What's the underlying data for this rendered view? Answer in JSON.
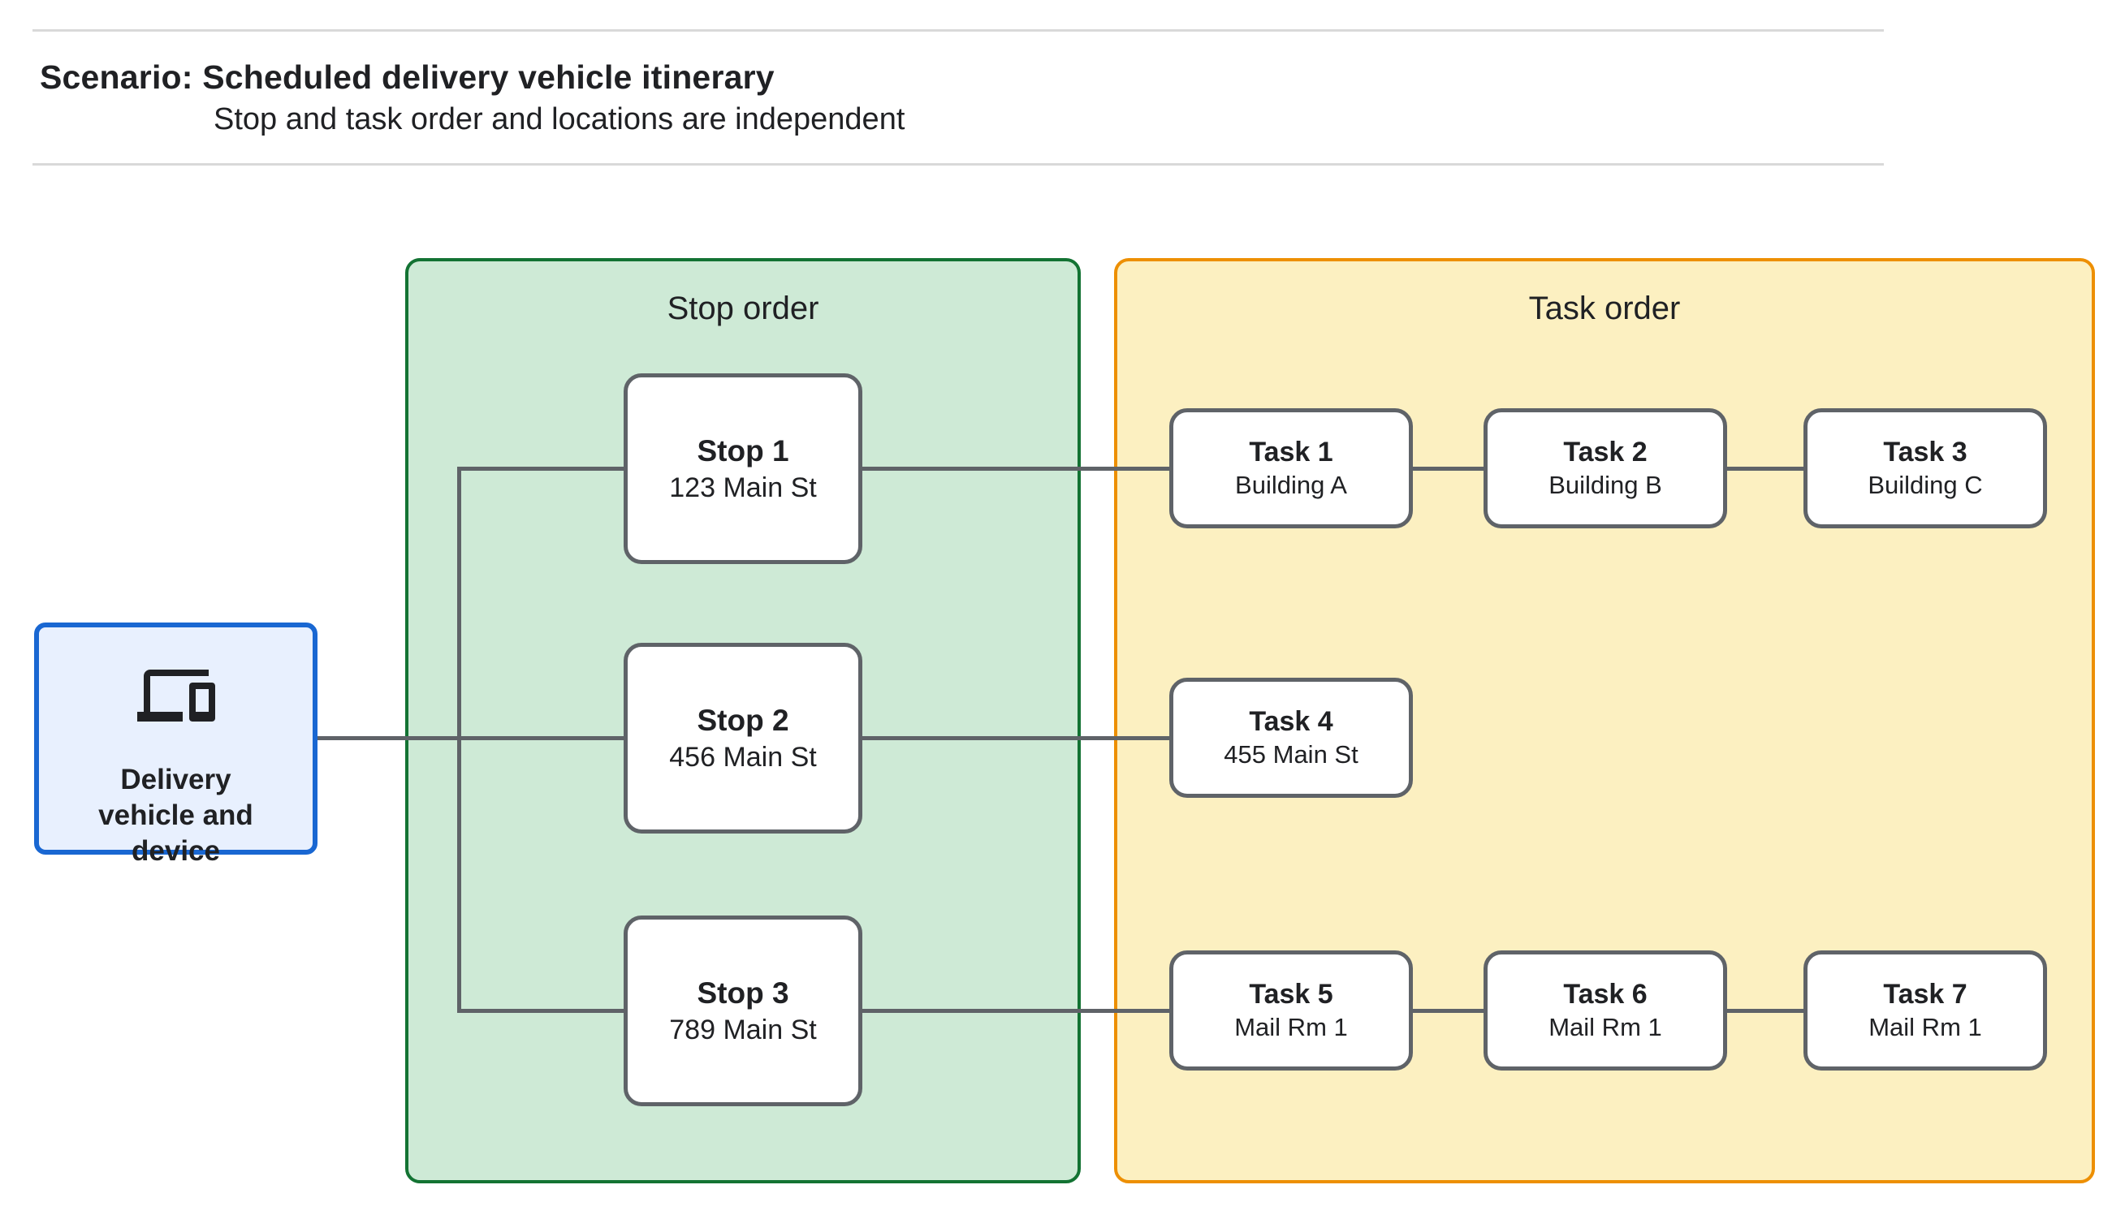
{
  "header": {
    "title": "Scenario: Scheduled delivery vehicle itinerary",
    "subtitle": "Stop and task order and locations are independent"
  },
  "source_node": {
    "label": "Delivery vehicle and device",
    "icon": "devices-icon"
  },
  "panels": {
    "stop_order": {
      "title": "Stop order"
    },
    "task_order": {
      "title": "Task order"
    }
  },
  "stops": [
    {
      "title": "Stop 1",
      "location": "123 Main St"
    },
    {
      "title": "Stop 2",
      "location": "456 Main St"
    },
    {
      "title": "Stop 3",
      "location": "789 Main St"
    }
  ],
  "tasks": [
    {
      "title": "Task 1",
      "location": "Building A"
    },
    {
      "title": "Task 2",
      "location": "Building B"
    },
    {
      "title": "Task 3",
      "location": "Building C"
    },
    {
      "title": "Task 4",
      "location": "455 Main St"
    },
    {
      "title": "Task 5",
      "location": "Mail Rm 1"
    },
    {
      "title": "Task 6",
      "location": "Mail Rm 1"
    },
    {
      "title": "Task 7",
      "location": "Mail Rm 1"
    }
  ],
  "colors": {
    "canvas_bg": "#ffffff",
    "text": "#202124",
    "rule": "#d9d9d9",
    "connector": "#5f6368",
    "node_border": "#5f6368",
    "node_bg": "#ffffff",
    "vehicle_border": "#1967d2",
    "vehicle_bg": "#e8f0fe",
    "vehicle_icon": "#202124",
    "stop_panel_bg": "#ceead6",
    "stop_panel_border": "#137333",
    "task_panel_bg": "#fcf0c1",
    "task_panel_border": "#ed8f03"
  }
}
